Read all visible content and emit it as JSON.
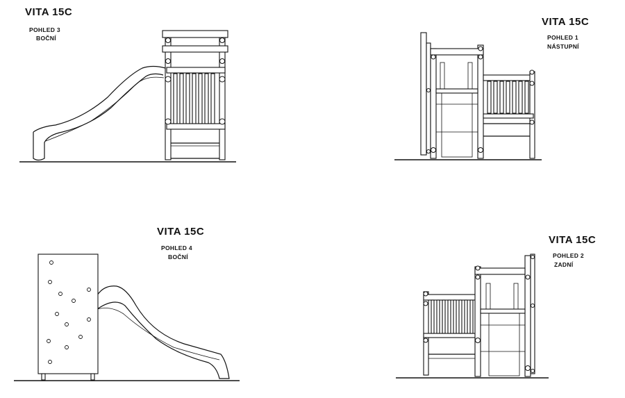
{
  "views": [
    {
      "title": "VITA 15C",
      "subtitle1": "POHLED 3",
      "subtitle2": "BOČNÍ"
    },
    {
      "title": "VITA 15C",
      "subtitle1": "POHLED 1",
      "subtitle2": "NÁSTUPNÍ"
    },
    {
      "title": "VITA 15C",
      "subtitle1": "POHLED 4",
      "subtitle2": "BOČNÍ"
    },
    {
      "title": "VITA 15C",
      "subtitle1": "POHLED 2",
      "subtitle2": "ZADNÍ"
    }
  ],
  "colors": {
    "ink": "#111111",
    "paper": "#ffffff"
  }
}
